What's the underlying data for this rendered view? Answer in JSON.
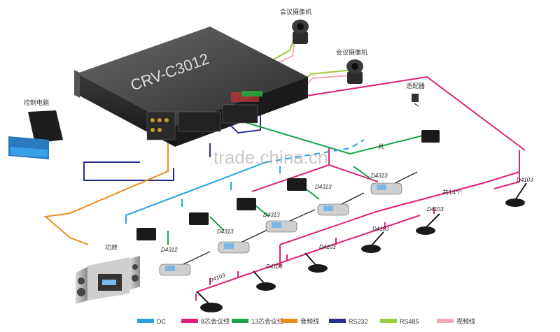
{
  "device": {
    "model": "CRV-C3012"
  },
  "labels": {
    "camera1": "会议摄像机",
    "camera2": "会议摄像机",
    "pc": "控制电脑",
    "adapter": "适配器",
    "amplifier": "功放",
    "total_left": "共",
    "total_right": "共14个"
  },
  "watermark": "trade.china.cn",
  "units": {
    "chairman": [
      {
        "model": "D4312"
      }
    ],
    "delegate_13": [
      {
        "model": "D4313"
      },
      {
        "model": "D4313"
      },
      {
        "model": "D4313"
      }
    ],
    "delegate_8": [
      {
        "model": "D4103"
      },
      {
        "model": "D4103"
      },
      {
        "model": "D4103"
      },
      {
        "model": "D4103"
      },
      {
        "model": "D4103"
      },
      {
        "model": "D4103"
      }
    ]
  },
  "legend": [
    {
      "label": "DC",
      "color": "#29a3e0"
    },
    {
      "label": "8芯会议线",
      "color": "#e0207a"
    },
    {
      "label": "13芯会议线",
      "color": "#1aa34a"
    },
    {
      "label": "音频线",
      "color": "#f08a1c"
    },
    {
      "label": "RS232",
      "color": "#2b2f8c"
    },
    {
      "label": "RS485",
      "color": "#9ccb3b"
    },
    {
      "label": "视频线",
      "color": "#f4a9b8"
    }
  ]
}
